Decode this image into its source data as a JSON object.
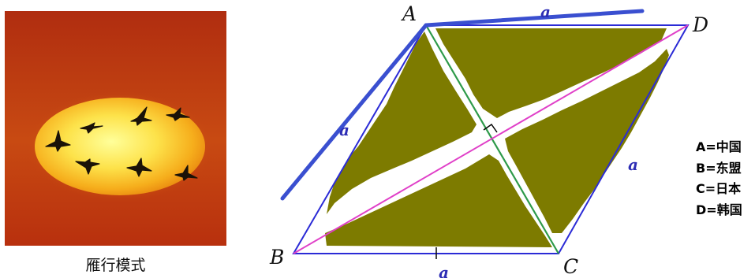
{
  "photo": {
    "caption": "雁行模式",
    "colors": {
      "sky_top": "#b02d10",
      "sky_mid": "#c33f10",
      "sun_core": "#ffff88",
      "sun_edge": "#f09a10",
      "birds": "#1a1208"
    }
  },
  "diagram": {
    "vertices": {
      "A": "A",
      "B": "B",
      "C": "C",
      "D": "D"
    },
    "side_label": "a",
    "colors": {
      "rhombus_outline": "#2b2bd6",
      "thick_lines": "#3a4fd0",
      "diagonal_AC": "#2e9a4a",
      "diagonal_BD": "#e040c8",
      "region_fill": "#7d7b00",
      "side_labels": "#2d2db5"
    }
  },
  "legend": [
    {
      "key": "A",
      "value": "中国"
    },
    {
      "key": "B",
      "value": "东盟"
    },
    {
      "key": "C",
      "value": "日本"
    },
    {
      "key": "D",
      "value": "韩国"
    }
  ]
}
